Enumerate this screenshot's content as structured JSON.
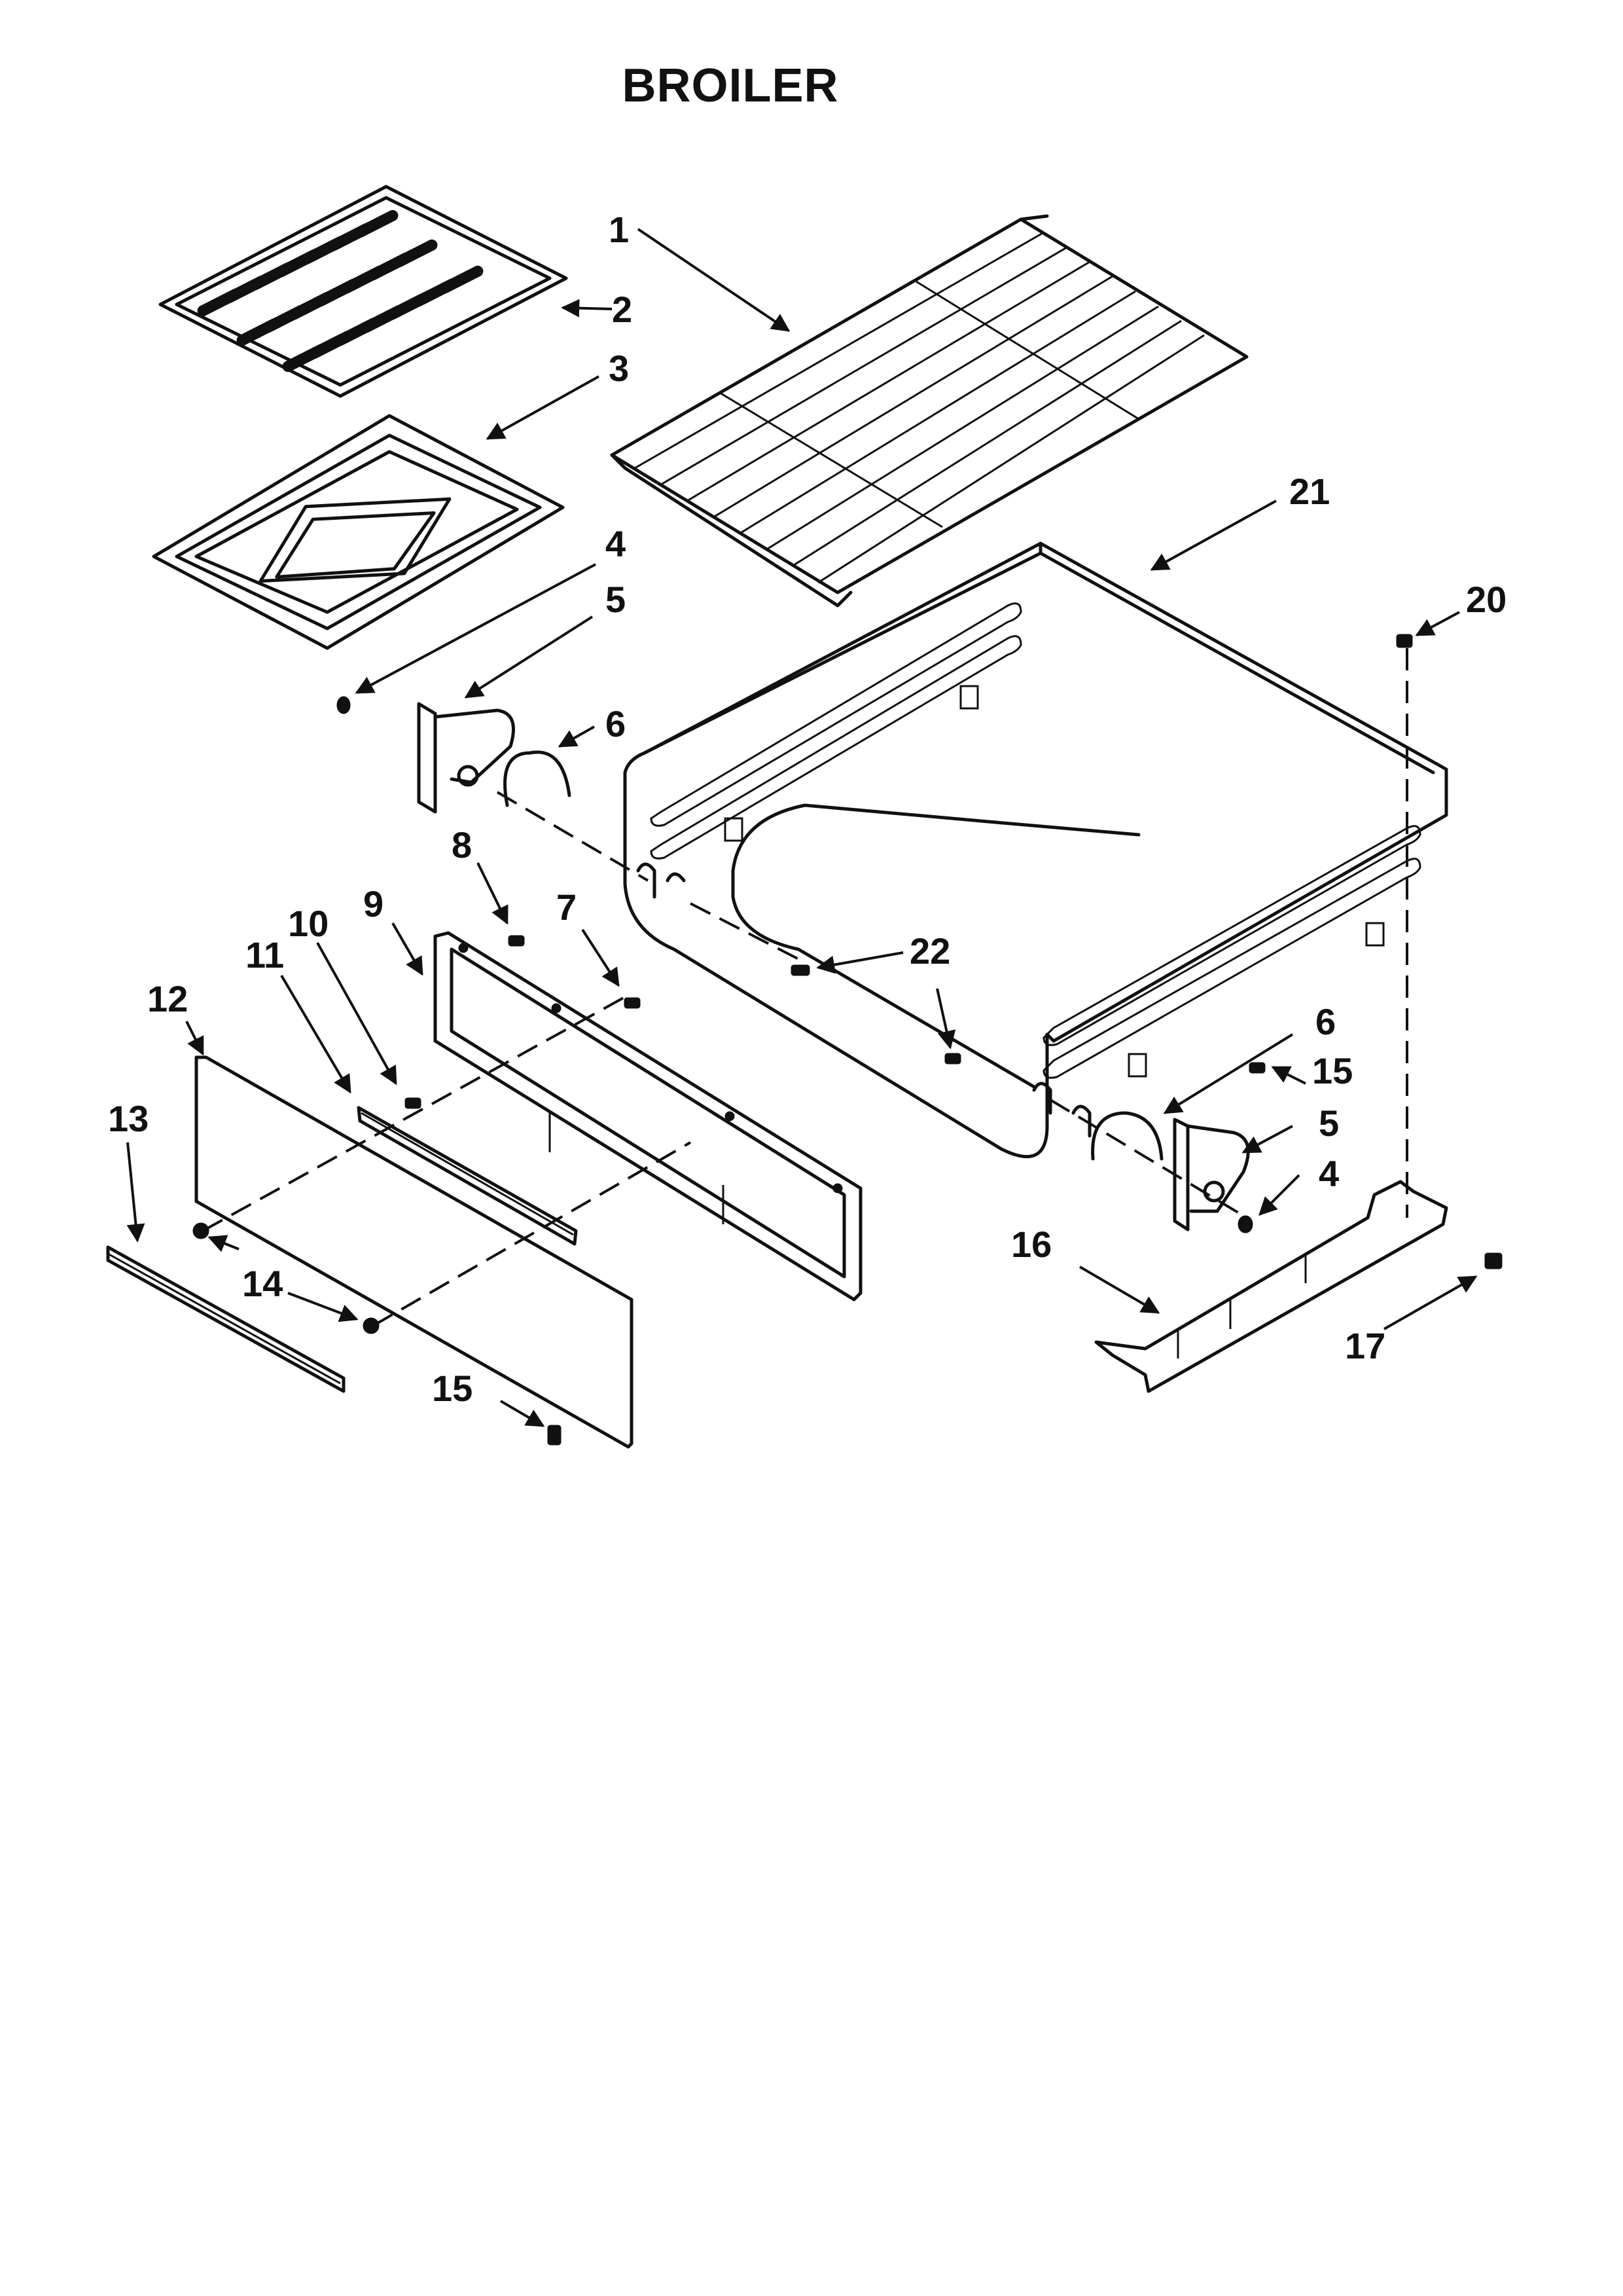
{
  "title": "BROILER",
  "callouts": [
    "1",
    "2",
    "3",
    "4",
    "5",
    "6",
    "8",
    "9",
    "7",
    "10",
    "11",
    "12",
    "13",
    "14",
    "15",
    "22",
    "21",
    "20",
    "6",
    "15",
    "5",
    "4",
    "16",
    "17"
  ]
}
